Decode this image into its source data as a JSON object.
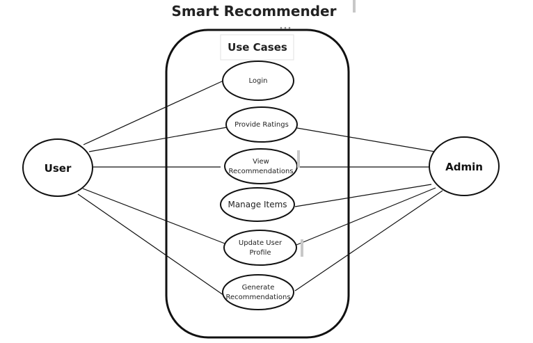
{
  "title": "Smart Recommender",
  "boundary": {
    "title": "Use Cases",
    "dots_icon": "more-dots-icon"
  },
  "actors": [
    {
      "id": "user",
      "label": "User"
    },
    {
      "id": "admin",
      "label": "Admin"
    }
  ],
  "use_cases": [
    {
      "id": "login",
      "lines": [
        "Login"
      ]
    },
    {
      "id": "provide-ratings",
      "lines": [
        "Provide Ratings"
      ]
    },
    {
      "id": "view-recommendations",
      "lines": [
        "View",
        "Recommendations"
      ]
    },
    {
      "id": "manage-items",
      "lines": [
        "Manage Items"
      ]
    },
    {
      "id": "update-user-profile",
      "lines": [
        "Update User",
        "Profile"
      ]
    },
    {
      "id": "generate-recommendations",
      "lines": [
        "Generate",
        "Recommendations"
      ]
    }
  ],
  "associations": [
    {
      "actor": "user",
      "use_case": "login"
    },
    {
      "actor": "user",
      "use_case": "provide-ratings"
    },
    {
      "actor": "user",
      "use_case": "view-recommendations"
    },
    {
      "actor": "user",
      "use_case": "update-user-profile"
    },
    {
      "actor": "user",
      "use_case": "generate-recommendations"
    },
    {
      "actor": "admin",
      "use_case": "provide-ratings"
    },
    {
      "actor": "admin",
      "use_case": "view-recommendations"
    },
    {
      "actor": "admin",
      "use_case": "manage-items"
    },
    {
      "actor": "admin",
      "use_case": "update-user-profile"
    },
    {
      "actor": "admin",
      "use_case": "generate-recommendations"
    }
  ]
}
